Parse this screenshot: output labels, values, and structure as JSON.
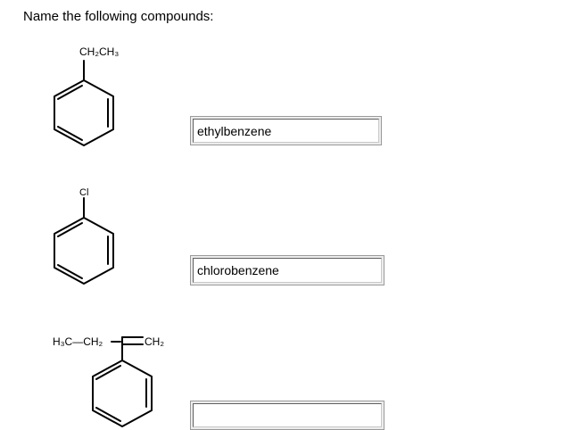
{
  "instruction": "Name the following compounds:",
  "compounds": [
    {
      "substituent_label": "CH₂CH₃",
      "answer_value": "ethylbenzene",
      "answer_placeholder": ""
    },
    {
      "substituent_label": "Cl",
      "answer_value": "chlorobenzene",
      "answer_placeholder": ""
    },
    {
      "substituent_label_left": "H₃C—CH₂",
      "substituent_label_right": "CH₂",
      "answer_value": "",
      "answer_placeholder": ""
    }
  ]
}
